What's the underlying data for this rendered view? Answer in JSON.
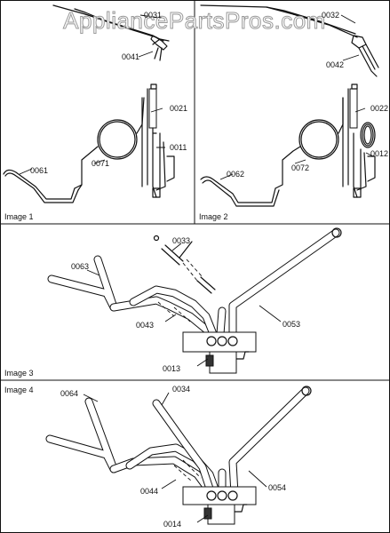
{
  "watermark": "AppliancePartsPros.com",
  "panels": [
    {
      "label": "Image 1"
    },
    {
      "label": "Image 2"
    },
    {
      "label": "Image 3"
    },
    {
      "label": "Image 4"
    }
  ],
  "parts": {
    "p0031": "0031",
    "p0041": "0041",
    "p0021": "0021",
    "p0011": "0011",
    "p0061": "0061",
    "p0071": "0071",
    "p0032": "0032",
    "p0042": "0042",
    "p0022": "0022",
    "p0012": "0012",
    "p0062": "0062",
    "p0072": "0072",
    "p0033": "0033",
    "p0063": "0063",
    "p0043": "0043",
    "p0053": "0053",
    "p0013": "0013",
    "p0034": "0034",
    "p0064": "0064",
    "p0044": "0044",
    "p0054": "0054",
    "p0014": "0014"
  }
}
